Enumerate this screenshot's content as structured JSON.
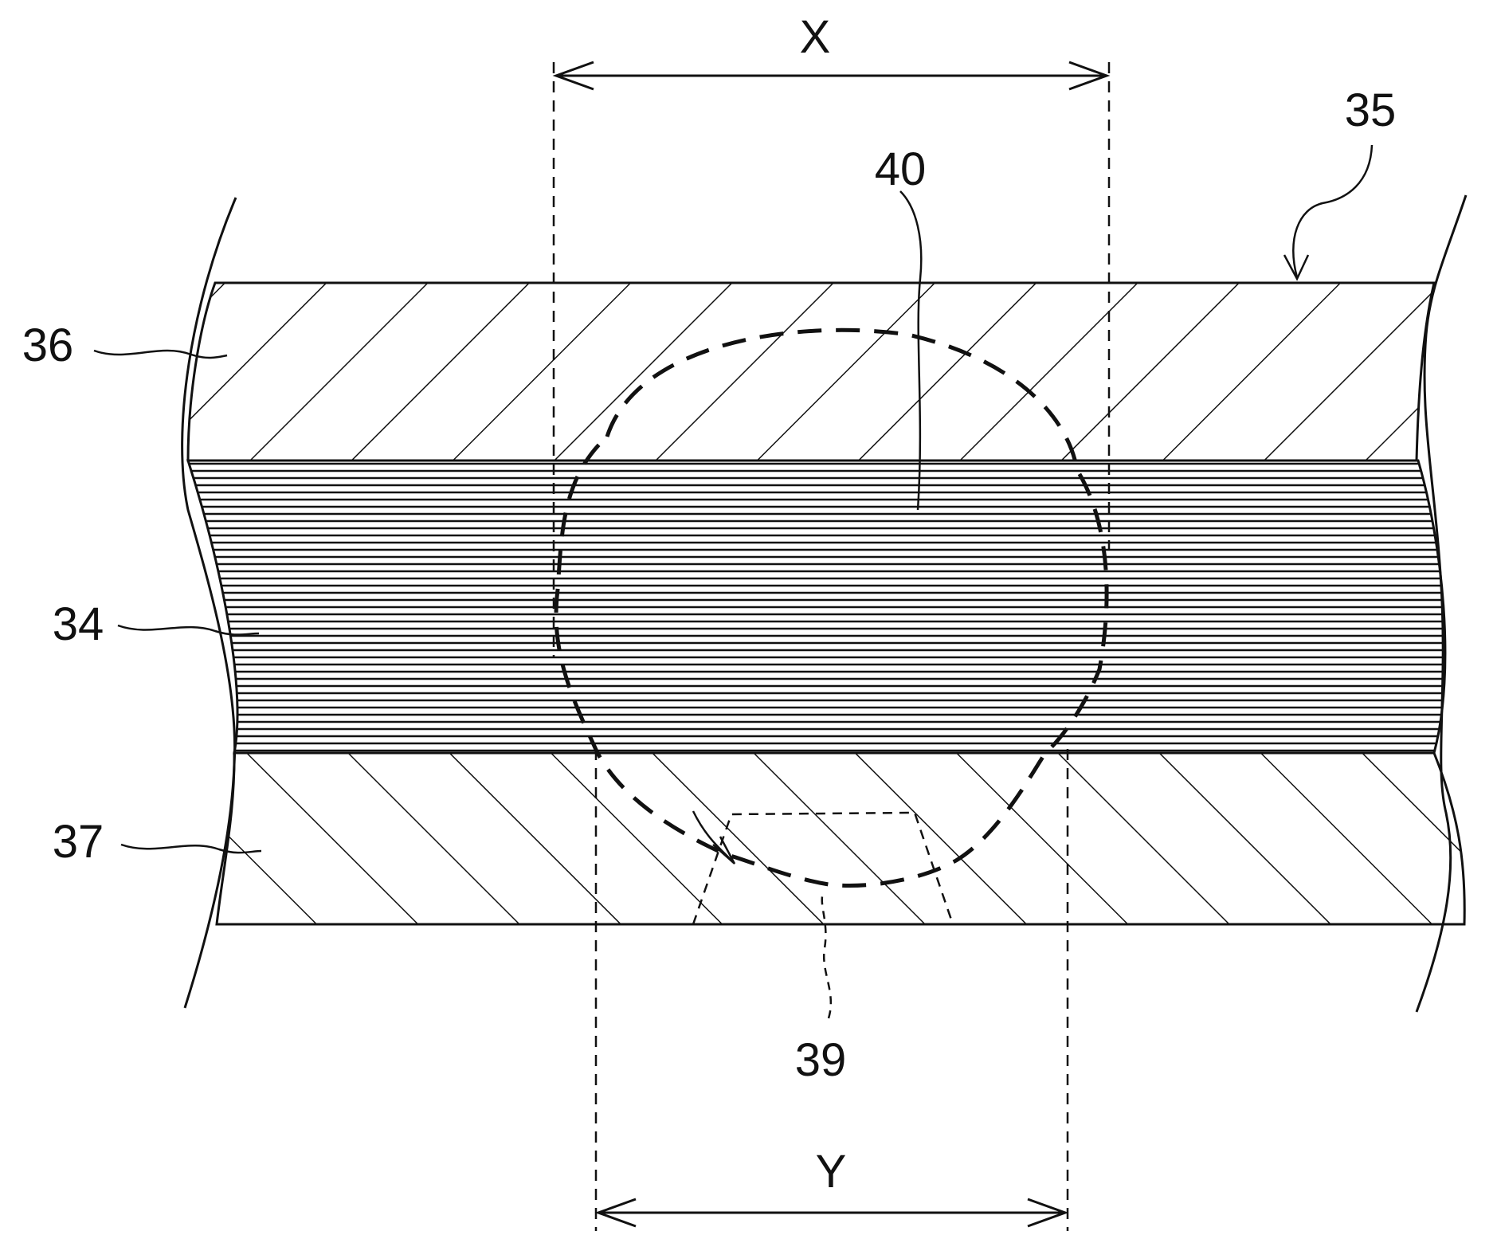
{
  "figure": {
    "labels": {
      "dimension_top": "X",
      "dimension_bottom": "Y",
      "sheet": "35",
      "upper_layer": "36",
      "middle_layer": "34",
      "lower_layer": "37",
      "melt_region": "40",
      "weld_nugget": "39"
    },
    "colors": {
      "stroke": "#111111",
      "background": "#ffffff"
    },
    "hatching": {
      "upper_layer": "diagonal lines rising to the right",
      "middle_layer": "dense horizontal lines",
      "lower_layer": "diagonal lines falling to the right"
    }
  }
}
